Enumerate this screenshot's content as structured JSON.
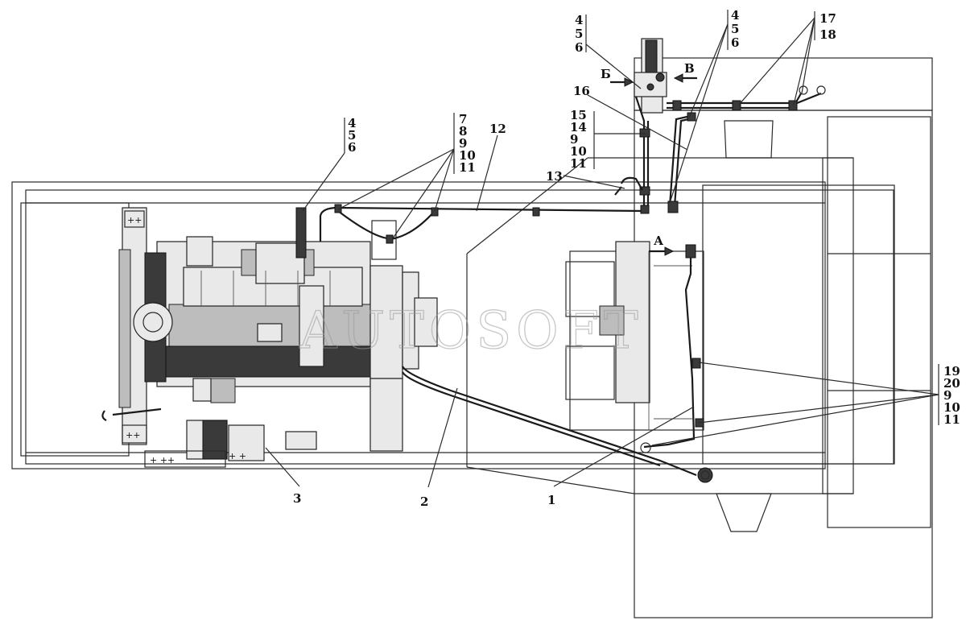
{
  "watermark": "AUTOSOFT",
  "callouts": {
    "n1": "1",
    "n2": "2",
    "n3": "3",
    "n12": "12",
    "n13": "13",
    "n16": "16",
    "group_4_5_6_engine": [
      "4",
      "5",
      "6"
    ],
    "group_7_11": [
      "7",
      "8",
      "9",
      "10",
      "11"
    ],
    "group_15_11": [
      "15",
      "14",
      "9",
      "10",
      "11"
    ],
    "group_4_5_6_top_left": [
      "4",
      "5",
      "6"
    ],
    "group_4_5_6_top_right": [
      "4",
      "5",
      "6"
    ],
    "group_17_18": [
      "17",
      "18"
    ],
    "group_19_11": [
      "19",
      "20",
      "9",
      "10",
      "11"
    ]
  },
  "views": {
    "a": "А",
    "b": "Б",
    "v": "В"
  }
}
